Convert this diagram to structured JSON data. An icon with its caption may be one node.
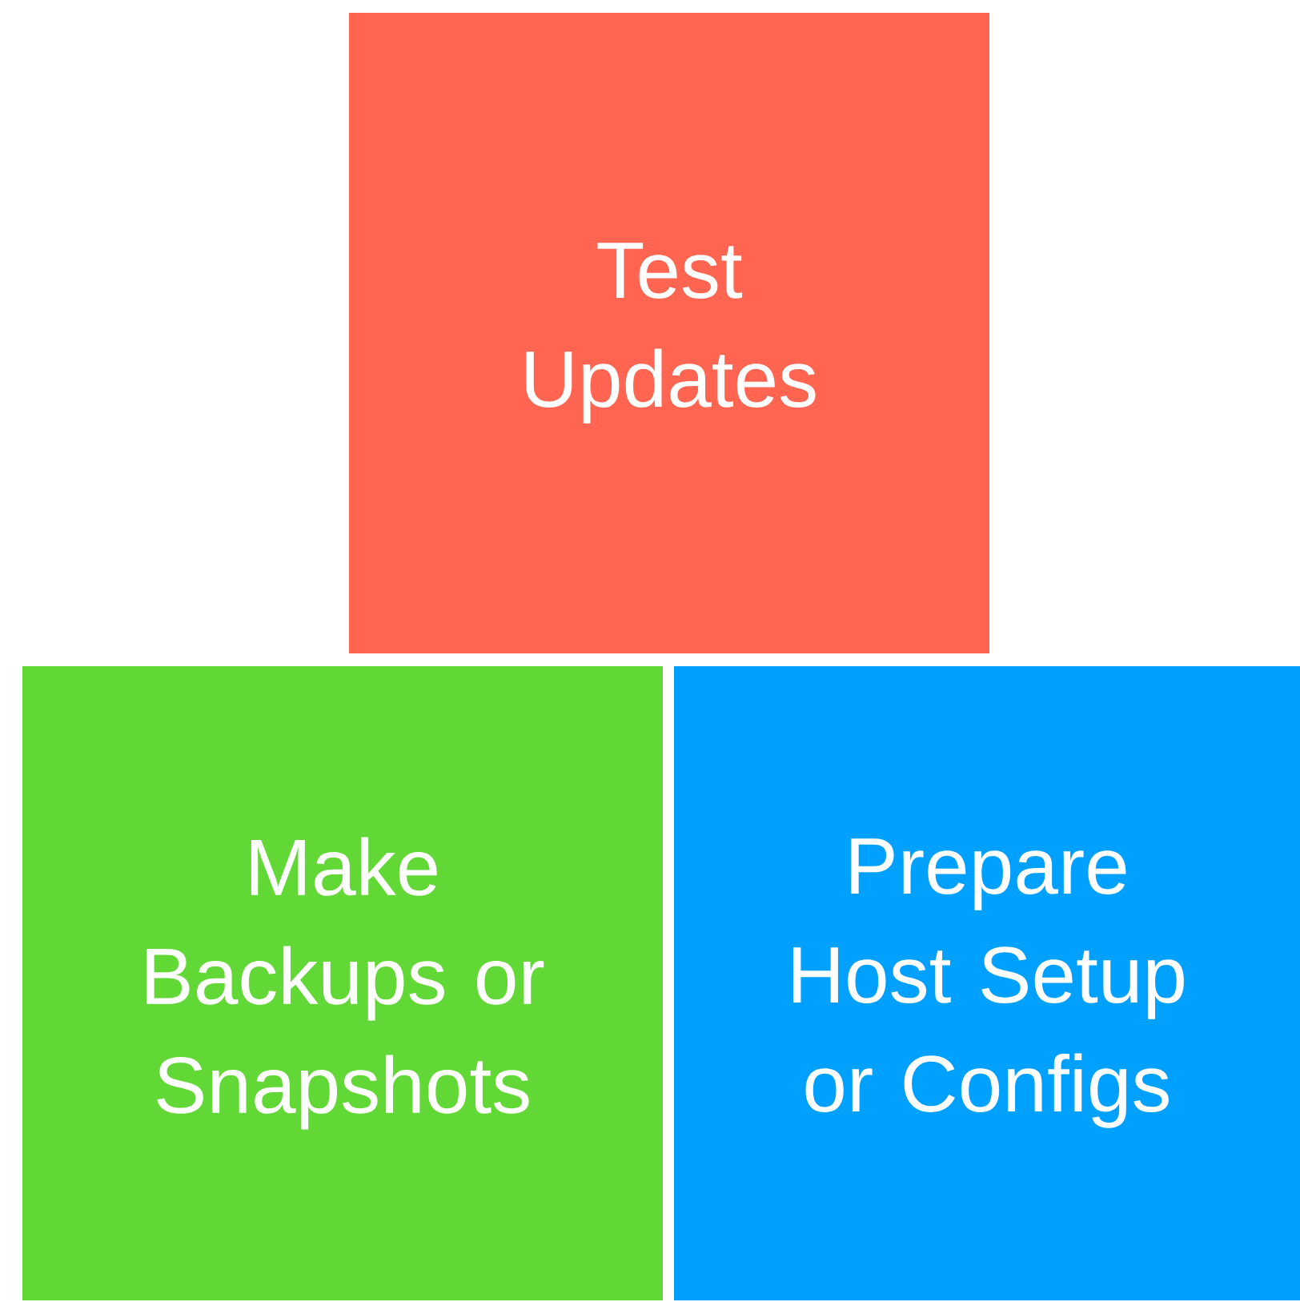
{
  "diagram": {
    "nodes": [
      {
        "text": [
          "Test Updates"
        ]
      },
      {
        "text": [
          "Make Backups or Snapshots"
        ]
      },
      {
        "text": [
          "Prepare Host Setup or Configs"
        ]
      }
    ]
  }
}
